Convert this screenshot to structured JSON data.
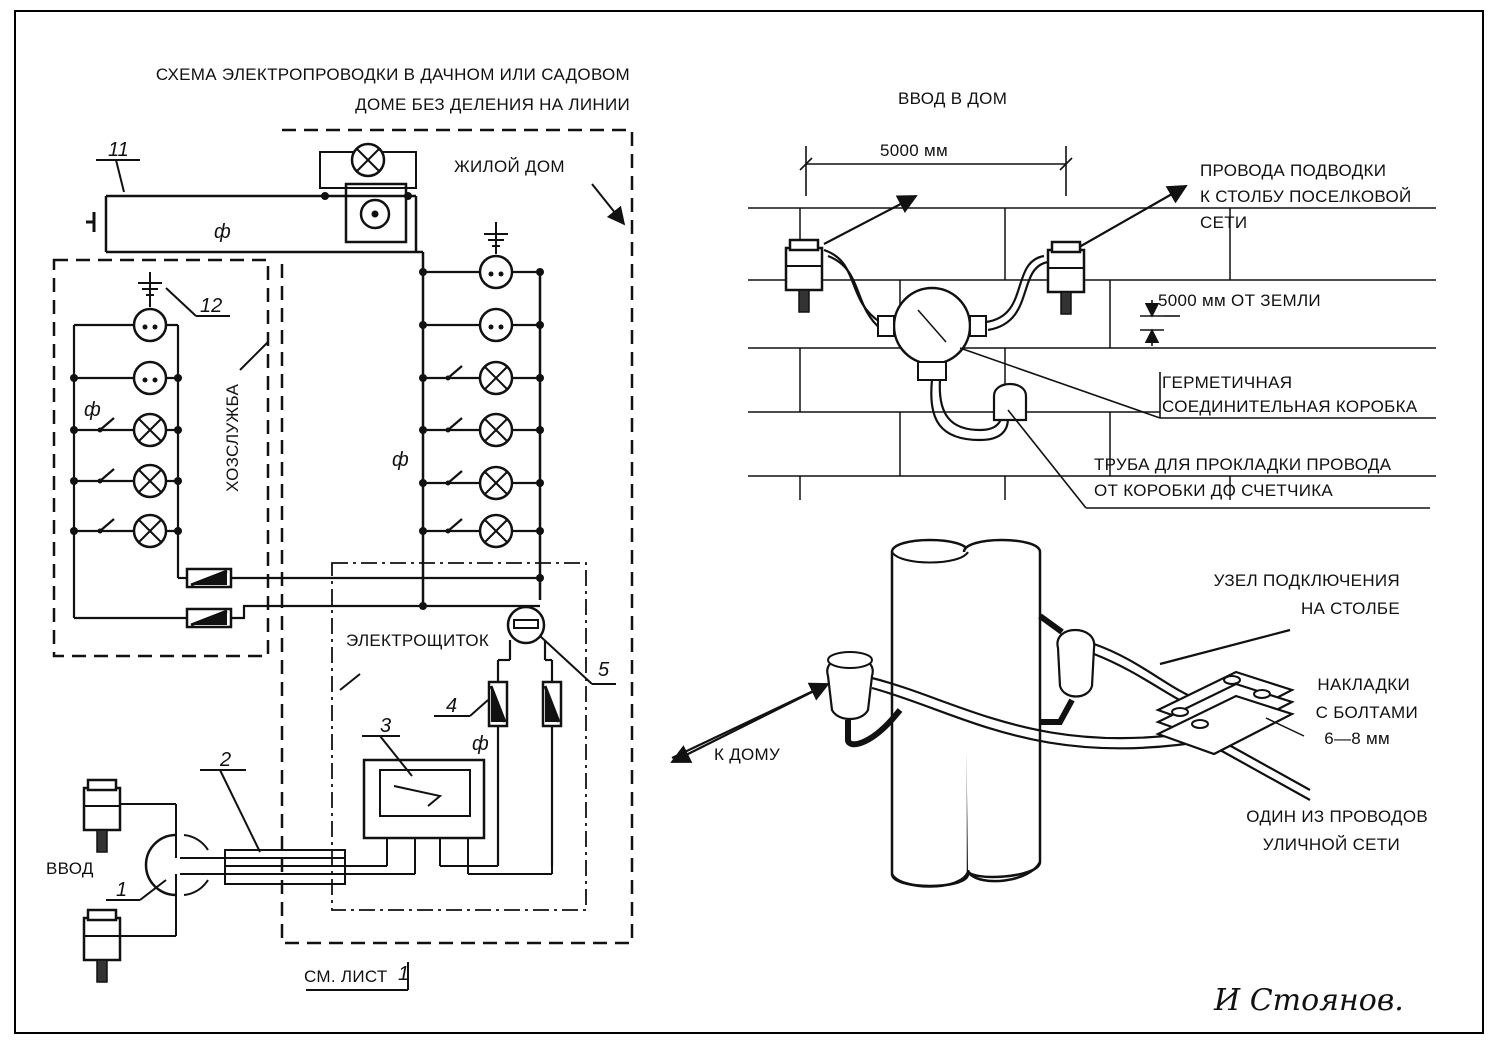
{
  "left_title_line1": "СХЕМА ЭЛЕКТРОПРОВОДКИ В ДАЧНОМ ИЛИ САДОВОМ",
  "left_title_line2": "ДОМЕ БЕЗ ДЕЛЕНИЯ НА ЛИНИИ",
  "label_house": "ЖИЛОЙ ДОМ",
  "label_outbuilding": "ХОЗСЛУЖБА",
  "label_panel": "ЭЛЕКТРОЩИТОК",
  "label_input": "ВВОД",
  "label_see_sheet": "СМ. ЛИСТ",
  "see_sheet_number": "1",
  "phase_mark": "ф",
  "callouts": [
    "1",
    "2",
    "3",
    "4",
    "5",
    "11",
    "12"
  ],
  "right_title": "ВВОД В ДОМ",
  "dim_5000": "5000 мм",
  "label_wires_line1": "ПРОВОДА ПОДВОДКИ",
  "label_wires_line2": "К СТОЛБУ ПОСЕЛКОВОЙ",
  "label_wires_line3": "СЕТИ",
  "label_height": "5000 мм ОТ ЗЕМЛИ",
  "label_box_line1": "ГЕРМЕТИЧНАЯ",
  "label_box_line2": "СОЕДИНИТЕЛЬНАЯ КОРОБКА",
  "label_pipe_line1": "ТРУБА ДЛЯ ПРОКЛАДКИ ПРОВОДА",
  "label_pipe_line2": "ОТ КОРОБКИ ДО СЧЕТЧИКА",
  "label_node_line1": "УЗЕЛ ПОДКЛЮЧЕНИЯ",
  "label_node_line2": "НА СТОЛБЕ",
  "label_plates_line1": "НАКЛАДКИ",
  "label_plates_line2": "С БОЛТАМИ",
  "label_plates_line3": "6—8 мм",
  "label_to_house": "К ДОМУ",
  "label_street_line1": "ОДИН ИЗ ПРОВОДОВ",
  "label_street_line2": "УЛИЧНОЙ СЕТИ",
  "signature": "И Стоянов."
}
